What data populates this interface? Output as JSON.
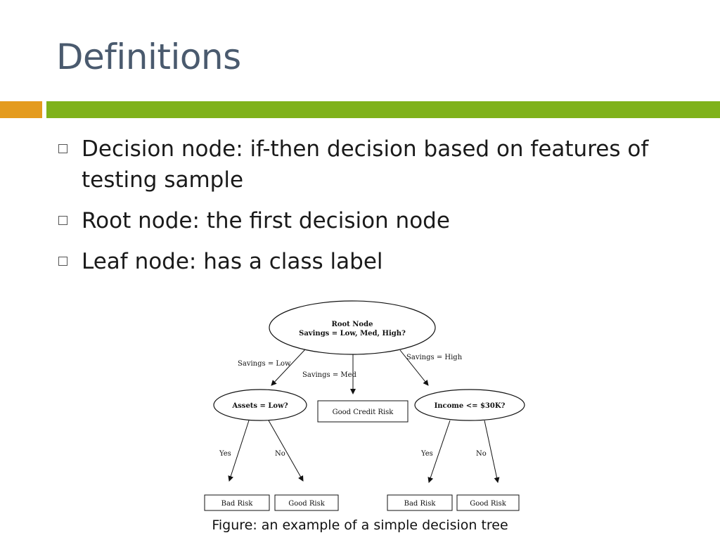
{
  "slide": {
    "title": "Definitions",
    "accent_colors": {
      "orange": "#e49b1e",
      "green": "#7fb21a"
    },
    "bullets": [
      "Decision node: if-then decision based on features of testing sample",
      "Root node: the first decision node",
      "Leaf node: has a class label"
    ],
    "caption": "Figure: an example of a simple decision tree"
  },
  "tree": {
    "root_title": "Root Node",
    "root_question": "Savings = Low, Med, High?",
    "edge_low": "Savings = Low",
    "edge_med": "Savings = Med",
    "edge_high": "Savings = High",
    "assets_node": "Assets = Low?",
    "credit_leaf": "Good Credit Risk",
    "income_node": "Income <= $30K?",
    "yes_left": "Yes",
    "no_left": "No",
    "yes_right": "Yes",
    "no_right": "No",
    "leaf1": "Bad Risk",
    "leaf2": "Good Risk",
    "leaf3": "Bad Risk",
    "leaf4": "Good Risk"
  }
}
